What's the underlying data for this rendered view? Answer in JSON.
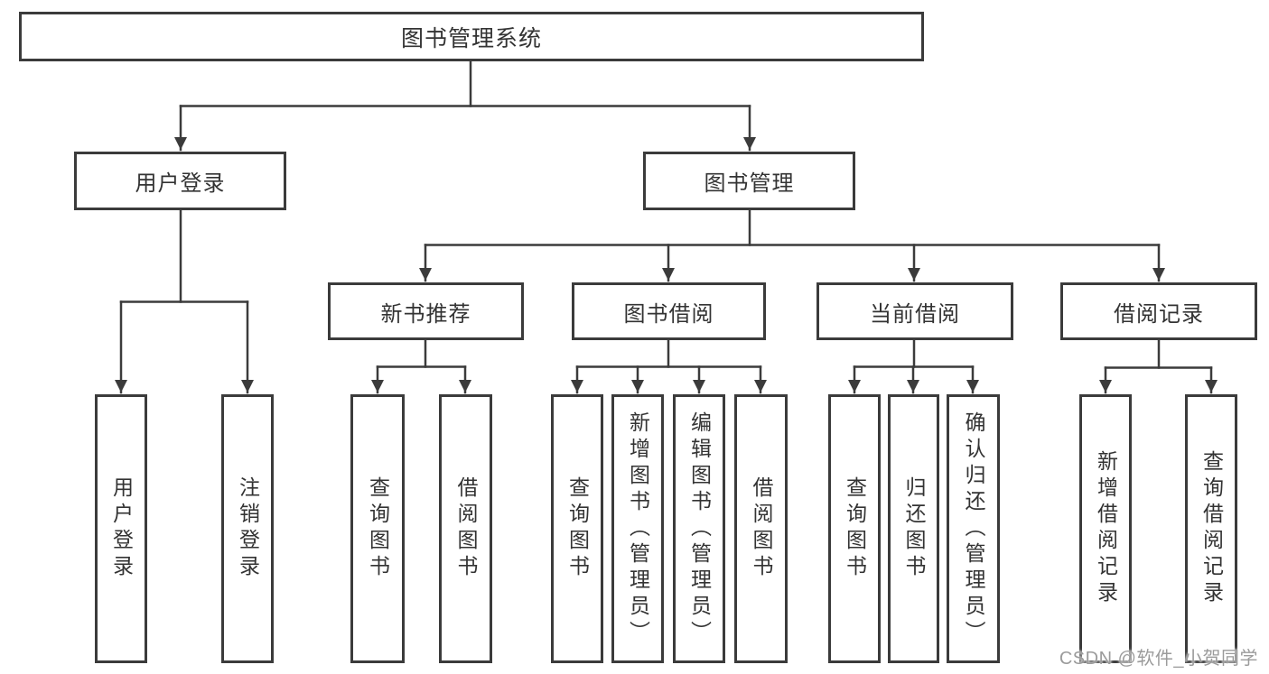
{
  "diagram": {
    "title_node": "图书管理系统",
    "colors": {
      "line": "#3b3b3b",
      "box_border": "#3b3b3b",
      "box_fill": "#ffffff",
      "text": "#333333",
      "watermark": "#9b9b9b",
      "background": "#ffffff"
    },
    "nodes": {
      "system": {
        "label": "图书管理系统"
      },
      "user_login": {
        "label": "用户登录"
      },
      "book_mgmt": {
        "label": "图书管理"
      },
      "new_book_rec": {
        "label": "新书推荐"
      },
      "book_borrow": {
        "label": "图书借阅"
      },
      "current_borrow": {
        "label": "当前借阅"
      },
      "borrow_records": {
        "label": "借阅记录"
      },
      "leaf_user_login": {
        "label": "用户登录"
      },
      "leaf_logout": {
        "label": "注销登录"
      },
      "leaf_nbr_query": {
        "label": "查询图书"
      },
      "leaf_nbr_borrow": {
        "label": "借阅图书"
      },
      "leaf_bb_query": {
        "label": "查询图书"
      },
      "leaf_bb_add": {
        "label": "新增图书（管理员）"
      },
      "leaf_bb_edit": {
        "label": "编辑图书（管理员）"
      },
      "leaf_bb_borrow": {
        "label": "借阅图书"
      },
      "leaf_cb_query": {
        "label": "查询图书"
      },
      "leaf_cb_return": {
        "label": "归还图书"
      },
      "leaf_cb_confirm": {
        "label": "确认归还（管理员）"
      },
      "leaf_br_add": {
        "label": "新增借阅记录"
      },
      "leaf_br_query": {
        "label": "查询借阅记录"
      }
    },
    "edges": [
      [
        "图书管理系统",
        "用户登录"
      ],
      [
        "图书管理系统",
        "图书管理"
      ],
      [
        "用户登录",
        "用户登录"
      ],
      [
        "用户登录",
        "注销登录"
      ],
      [
        "图书管理",
        "新书推荐"
      ],
      [
        "图书管理",
        "图书借阅"
      ],
      [
        "图书管理",
        "当前借阅"
      ],
      [
        "图书管理",
        "借阅记录"
      ],
      [
        "新书推荐",
        "查询图书"
      ],
      [
        "新书推荐",
        "借阅图书"
      ],
      [
        "图书借阅",
        "查询图书"
      ],
      [
        "图书借阅",
        "新增图书（管理员）"
      ],
      [
        "图书借阅",
        "编辑图书（管理员）"
      ],
      [
        "图书借阅",
        "借阅图书"
      ],
      [
        "当前借阅",
        "查询图书"
      ],
      [
        "当前借阅",
        "归还图书"
      ],
      [
        "当前借阅",
        "确认归还（管理员）"
      ],
      [
        "借阅记录",
        "新增借阅记录"
      ],
      [
        "借阅记录",
        "查询借阅记录"
      ]
    ],
    "watermark": {
      "text": "CSDN @软件_小贺同学"
    }
  }
}
